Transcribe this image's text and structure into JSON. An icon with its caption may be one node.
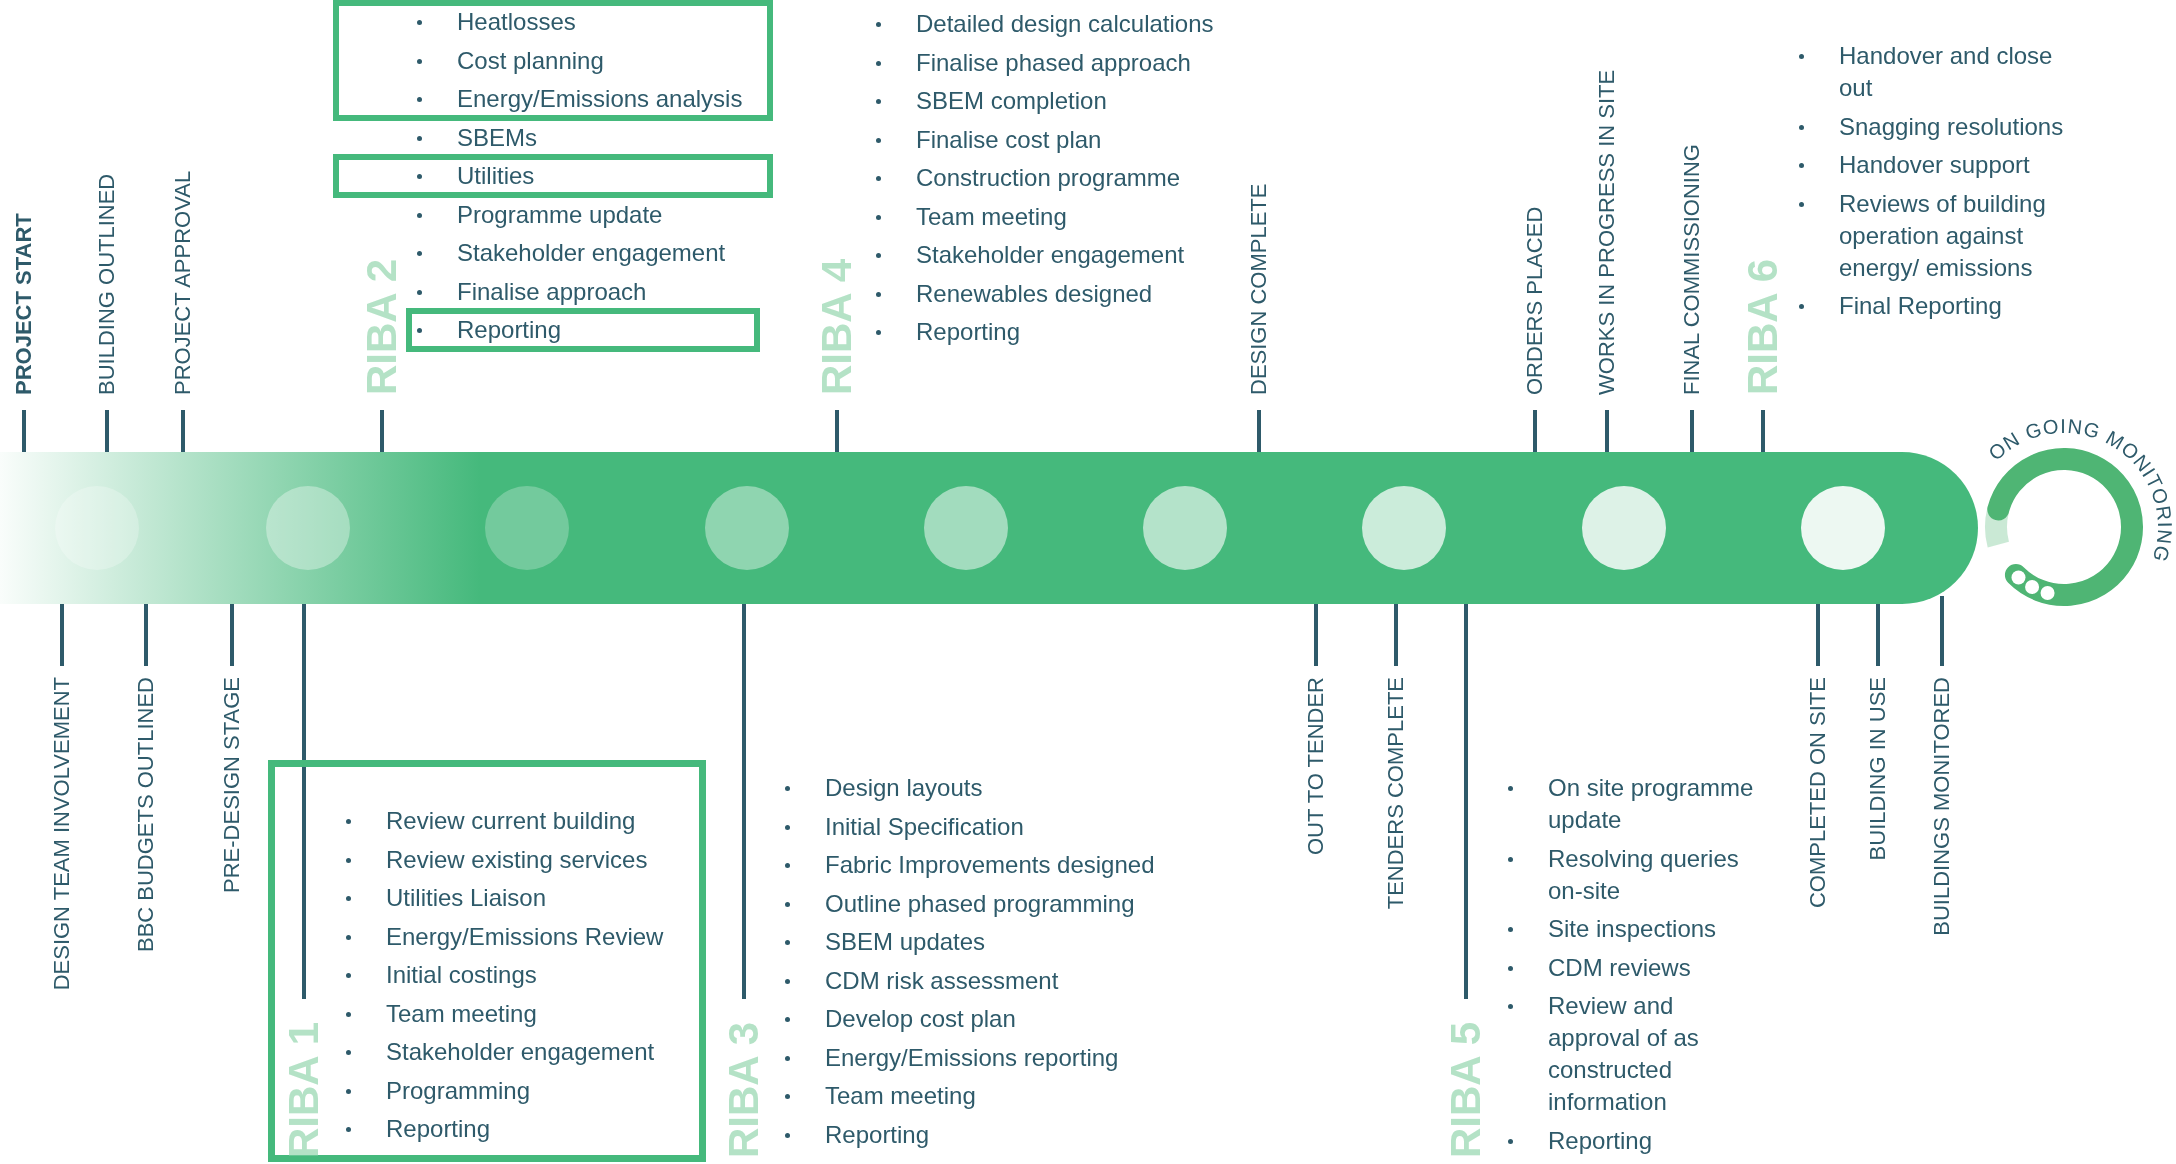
{
  "diagram": {
    "nodes": [
      {
        "text": [
          "Heatlosses",
          "Cost planning",
          "Energy/Emissions analysis"
        ]
      },
      {
        "text": [
          "Utilities"
        ]
      },
      {
        "text": [
          "Reporting"
        ]
      },
      {
        "text": [
          "RIBA 1",
          "Review current building",
          "Review existing services",
          "Utilities Liaison",
          "Energy/Emissions Review",
          "Initial costings",
          "Team meeting",
          "Stakeholder engagement",
          "Programming",
          "Reporting"
        ]
      }
    ],
    "labels": [
      "PROJECT START",
      "BUILDING OUTLINED",
      "PROJECT APPROVAL",
      "RIBA 2",
      "SBEMs",
      "Programme update",
      "Stakeholder engagement",
      "Finalise approach",
      "RIBA 4",
      "Detailed design calculations",
      "Finalise phased approach",
      "SBEM completion",
      "Finalise cost plan",
      "Construction programme",
      "Team meeting",
      "Stakeholder engagement",
      "Renewables designed",
      "Reporting",
      "DESIGN COMPLETE",
      "ORDERS PLACED",
      "WORKS IN PROGRESS IN SITE",
      "FINAL COMMISSIONING",
      "RIBA 6",
      "Handover and close out",
      "Snagging resolutions",
      "Handover support",
      "Reviews of building operation against energy/ emissions",
      "Final Reporting",
      "ON GOING MONITORING",
      "DESIGN TEAM INVOLVEMENT",
      "BBC BUDGETS OUTLINED",
      "PRE-DESIGN STAGE",
      "RIBA 3",
      "Design layouts",
      "Initial Specification",
      "Fabric Improvements designed",
      "Outline phased programming",
      "SBEM updates",
      "CDM risk assessment",
      "Develop cost plan",
      "Energy/Emissions reporting",
      "Team meeting",
      "Reporting",
      "OUT TO TENDER",
      "TENDERS COMPLETE",
      "RIBA 5",
      "On site programme update",
      "Resolving queries on-site",
      "Site inspections",
      "CDM reviews",
      "Review and approval of as constructed information",
      "Reporting",
      "COMPLETED ON SITE",
      "BUILDING IN USE",
      "BUILDINGS MONITORED"
    ]
  }
}
